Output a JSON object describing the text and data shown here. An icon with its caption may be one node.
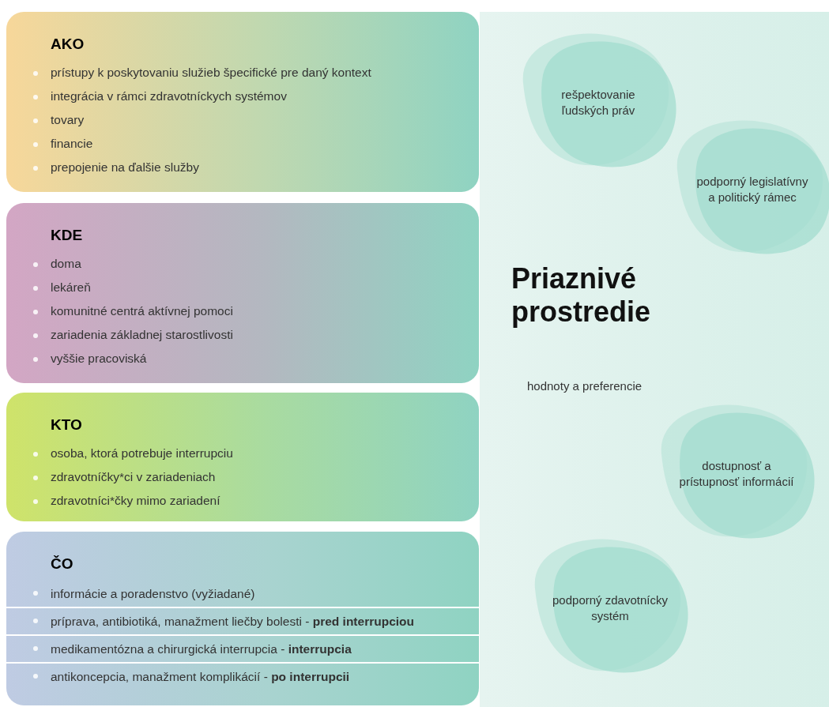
{
  "diagram": {
    "nodes": [
      {
        "text": [
          "AKO",
          "prístupy k poskytovaniu služieb špecifické pre daný kontext",
          "integrácia v rámci zdravotníckych systémov",
          "tovary",
          "financie",
          "prepojenie na ďalšie služby"
        ]
      },
      {
        "text": [
          "KDE",
          "doma",
          "lekáreň",
          "komunitné centrá aktívnej pomoci",
          "zariadenia základnej starostlivosti",
          "vyššie pracoviská"
        ]
      },
      {
        "text": [
          "KTO",
          "osoba, ktorá potrebuje interrupciu",
          "zdravotníčky*ci v zariadeniach",
          "zdravotníci*čky mimo zariadení"
        ]
      },
      {
        "text": [
          "ČO",
          "informácie a poradenstvo (vyžiadané)",
          "príprava, antibiotiká, manažment liečby bolesti - **pred interrupciou**",
          "medikamentózna a chirurgická interrupcia - **interrupcia**",
          "antikoncepcia, manažment komplikácií - **po interrupcii**"
        ]
      },
      {
        "text": [
          "Priaznivé prostredie",
          "hodnoty a preferencie"
        ]
      },
      {
        "text": [
          "rešpektovanie ľudských práv"
        ],
        "in": 4
      },
      {
        "text": [
          "podporný legislatívny a politický rámec"
        ],
        "in": 4
      },
      {
        "text": [
          "dostupnosť a prístupnosť informácií"
        ],
        "in": 4
      },
      {
        "text": [
          "podporný zdavotnícky systém"
        ],
        "in": 4
      }
    ]
  }
}
